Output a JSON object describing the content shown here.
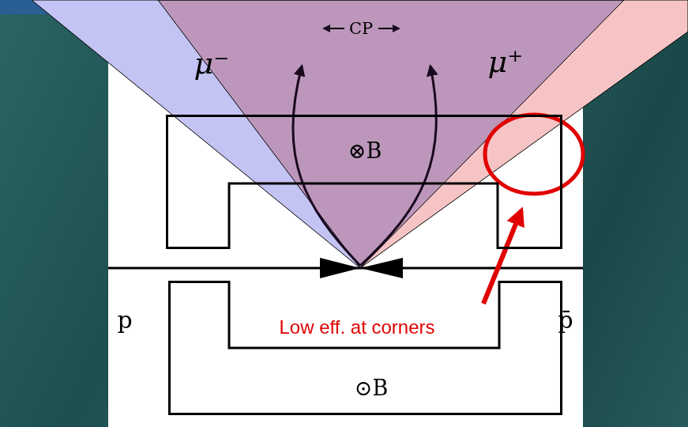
{
  "diagram": {
    "nodes": [
      {
        "text": [
          "⊗B"
        ]
      },
      {
        "text": [
          "⊙B"
        ]
      }
    ],
    "labels": [
      "μ⁻",
      "μ⁺",
      "CP",
      "p",
      "p̄",
      "Low eff. at corners"
    ]
  }
}
